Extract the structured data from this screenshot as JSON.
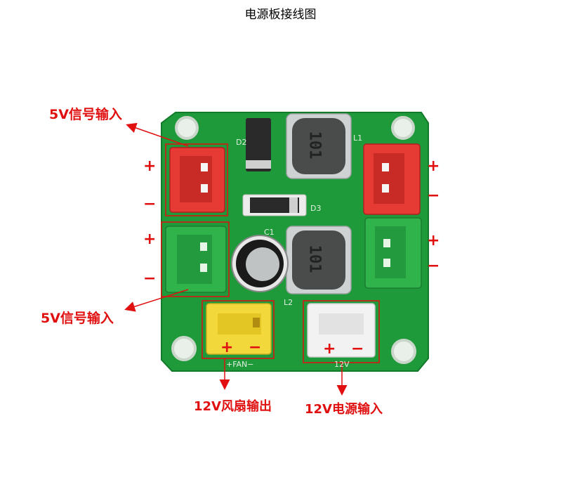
{
  "title": "电源板接线图",
  "labels": {
    "top_left": "5V信号输入",
    "mid_left": "5V信号输入",
    "bottom_left": "12V风扇输出",
    "bottom_right": "12V电源输入"
  },
  "signs": {
    "plus": "+",
    "minus": "−"
  },
  "silkscreen": {
    "fan": "+FAN−",
    "power": "12V",
    "d3": "D3",
    "c1": "C1",
    "l1": "L1",
    "l2": "L2",
    "d2": "D2"
  },
  "inductor_code": "101",
  "colors": {
    "board": "#1f9a3a",
    "label_red": "#e01010",
    "red_connector": "#e63a35",
    "green_connector": "#2fb34a",
    "yellow_connector": "#f2d83a",
    "white_connector": "#f2f2f2"
  }
}
